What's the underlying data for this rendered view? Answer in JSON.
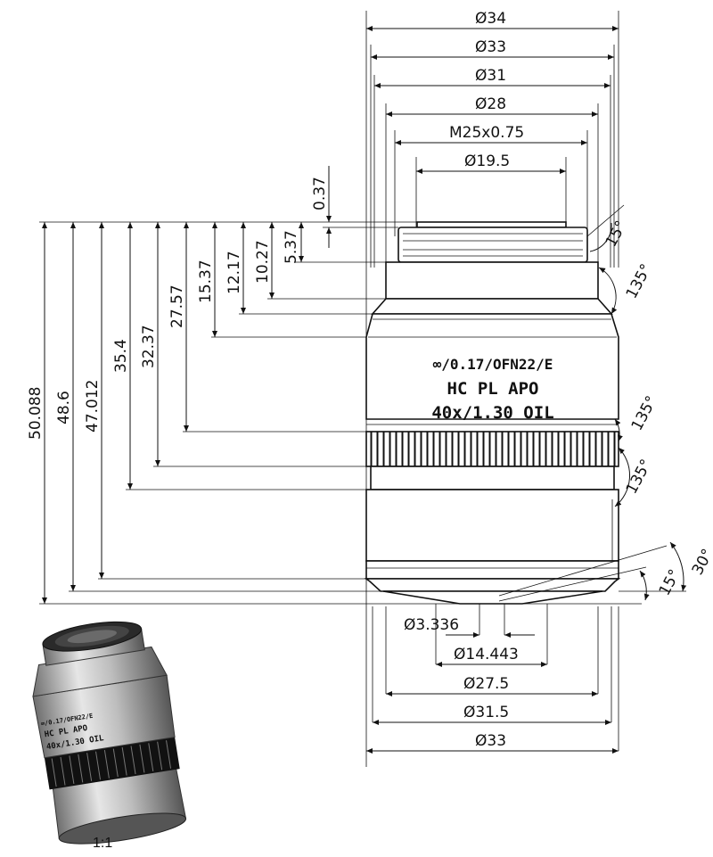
{
  "diameters_top": [
    "Ø34",
    "Ø33",
    "Ø31",
    "Ø28",
    "M25x0.75",
    "Ø19.5"
  ],
  "diameters_bottom": [
    "Ø3.336",
    "Ø14.443",
    "Ø27.5",
    "Ø31.5",
    "Ø33"
  ],
  "lengths": [
    "0.37",
    "5.37",
    "10.27",
    "12.17",
    "15.37",
    "27.57",
    "32.37",
    "35.4",
    "47.012",
    "48.6",
    "50.088"
  ],
  "angles": [
    "15°",
    "135°",
    "135°",
    "135°",
    "30°",
    "15°"
  ],
  "lens_engraving": {
    "line1": "∞/0.17/OFN22/E",
    "line2": "HC PL APO",
    "line3": "40x/1.30 OIL"
  },
  "photo_engraving": {
    "line1": "∞/0.17/OFN22/E",
    "line2": "HC PL APO",
    "line3": "40x/1.30 OIL"
  },
  "scale_label": "1:1"
}
